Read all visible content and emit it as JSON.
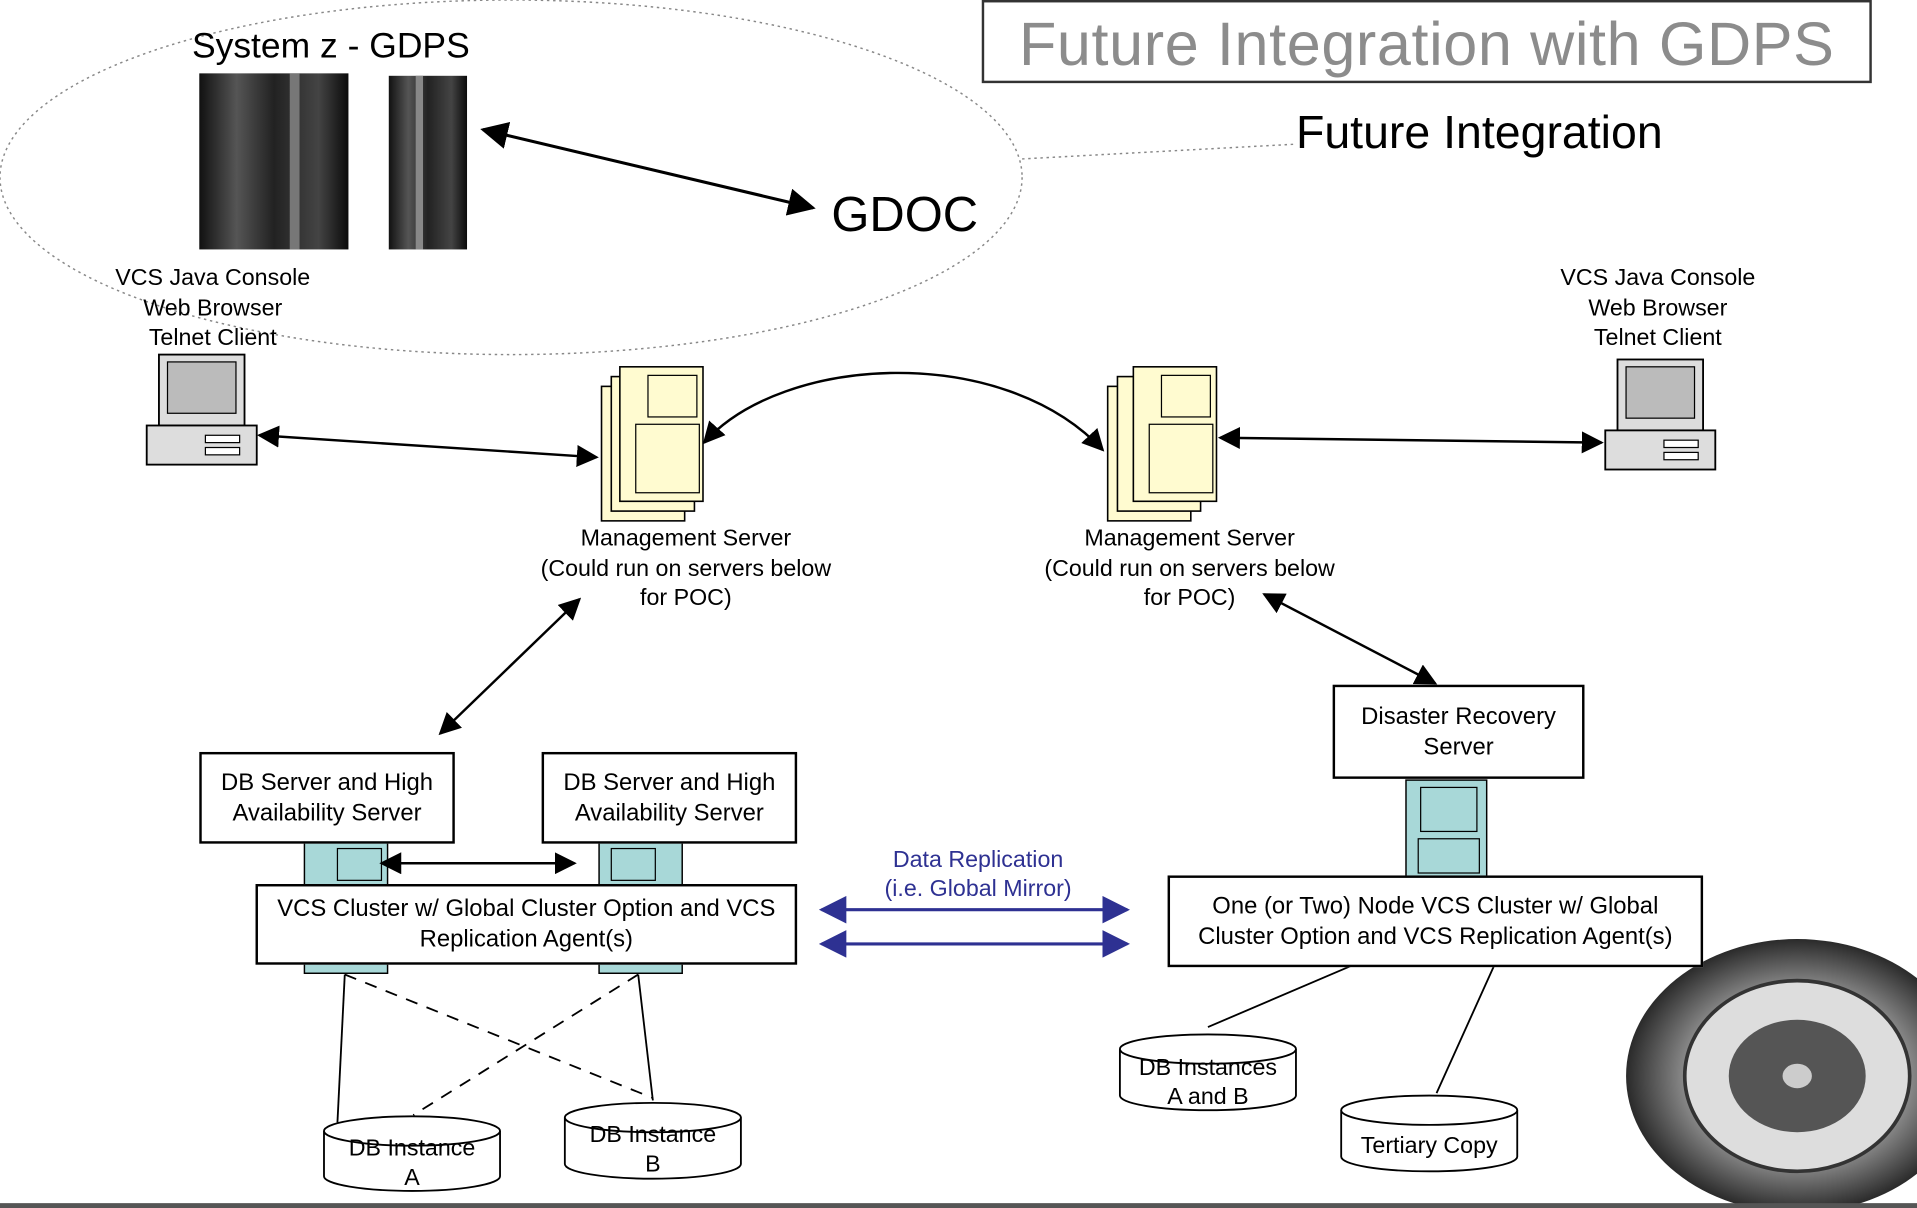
{
  "title": "Future Integration with GDPS",
  "future_integration_label": "Future Integration",
  "system_z_label": "System z - GDPS",
  "gdoc_label": "GDOC",
  "left_console_label": "VCS Java Console\nWeb Browser\nTelnet Client",
  "right_console_label": "VCS Java Console\nWeb Browser\nTelnet Client",
  "left_mgmt_label": "Management Server\n(Could run on servers below\nfor POC)",
  "right_mgmt_label": "Management Server\n(Could run on servers below\nfor POC)",
  "db_server_1": "DB Server and High\nAvailability Server",
  "db_server_2": "DB Server and High\nAvailability Server",
  "vcs_cluster_left": "VCS Cluster w/ Global Cluster Option and VCS\nReplication Agent(s)",
  "dr_server": "Disaster Recovery\nServer",
  "vcs_cluster_right": "One (or Two) Node VCS Cluster w/ Global\nCluster Option and VCS Replication Agent(s)",
  "data_replication": "Data Replication\n(i.e. Global Mirror)",
  "db_instance_a": "DB Instance\nA",
  "db_instance_b": "DB Instance\nB",
  "db_instances_ab": "DB Instances\nA and B",
  "tertiary_copy": "Tertiary Copy",
  "colors": {
    "replication": "#2e3192",
    "title_text": "#8c8c8c",
    "server_yellow": "#fffbd0",
    "server_teal": "#a8d8d8"
  }
}
